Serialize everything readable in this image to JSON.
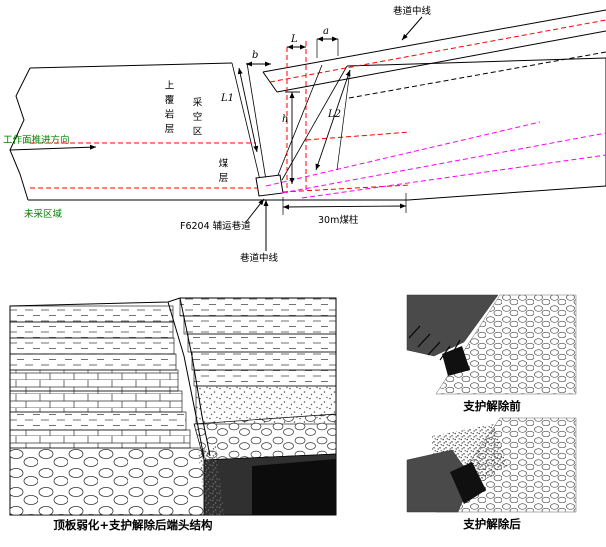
{
  "top_diagram": {
    "labels": {
      "roadway_centerline_top": "巷道中线",
      "overlying_strata": "上覆岩层",
      "goaf": "采空区",
      "advance_direction": "工作面推进方向",
      "unmined_area": "未采区域",
      "coal_seam": "煤层",
      "f6204_roadway": "F6204 辅运巷道",
      "roadway_centerline_bottom": "巷道中线",
      "coal_pillar_30m": "30m煤柱"
    },
    "dimensions": {
      "l1": "L1",
      "l2": "L2",
      "h": "h",
      "b": "b",
      "l": "L",
      "a": "a"
    },
    "colors": {
      "outline": "#000000",
      "coal_seam_line": "#ff0000",
      "roadway_projection_line": "#ff00ff",
      "green_labels": "#008000"
    }
  },
  "bottom_left_figure": {
    "caption": "顶板弱化+支护解除后端头结构"
  },
  "bottom_right_figures": {
    "caption_before": "支护解除前",
    "caption_after": "支护解除后"
  }
}
